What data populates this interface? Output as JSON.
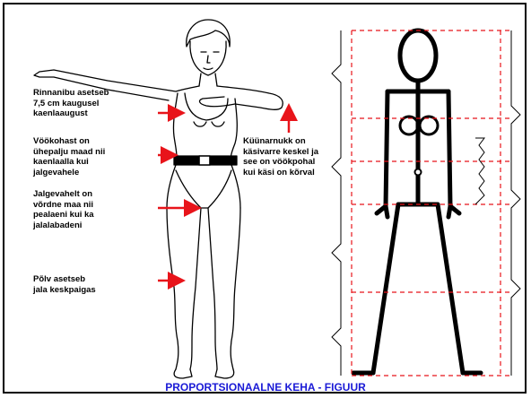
{
  "colors": {
    "accent": "#e8141a",
    "ink": "#000000",
    "caption": "#1a1ad6",
    "background": "#ffffff"
  },
  "annotations": {
    "nipple": "Rinnanibu asetseb\n7,5 cm kaugusel\nkaenlaaugust",
    "waist": "Vöökohast on\nühepalju maad nii\nkaenlaalla kui\njalgevahele",
    "crotch": "Jalgevahelt on\nvõrdne maa nii\npealaeni kui ka\njalalabadeni",
    "knee": "Põlv asetseb\njala keskpaigas",
    "elbow": "Küünarnukk on\nkäsivarre keskel ja\nsee on vöökpohal\nkui käsi on kõrval"
  },
  "caption": "PROPORTSIONAALNE KEHA - FIGUUR"
}
